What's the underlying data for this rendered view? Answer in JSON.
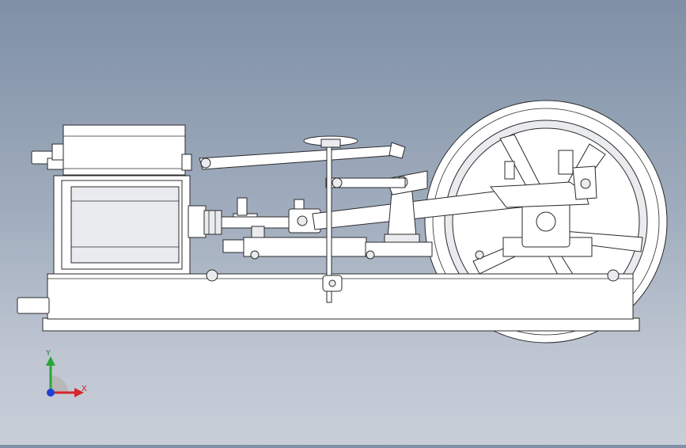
{
  "viewport": {
    "background_top": "#7f90a6",
    "background_bottom": "#c8ced8",
    "model": "horizontal-steam-engine"
  },
  "triad": {
    "x_label": "X",
    "y_label": "Y",
    "x_color": "#d8252d",
    "y_color": "#2aa53a",
    "z_color": "#1f3fd8"
  }
}
